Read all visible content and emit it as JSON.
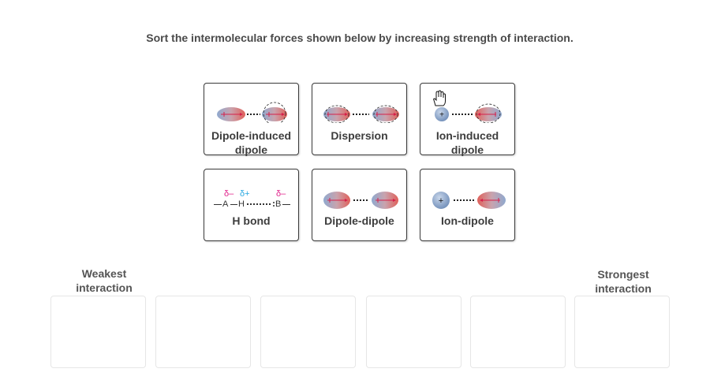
{
  "prompt": "Sort the intermolecular forces shown below by increasing strength of interaction.",
  "cards": [
    {
      "label_line1": "Dipole-induced",
      "label_line2": "dipole",
      "diagram": "dipole-induced-dipole"
    },
    {
      "label_line1": "Dispersion",
      "label_line2": "",
      "diagram": "dispersion"
    },
    {
      "label_line1": "Ion-induced",
      "label_line2": "dipole",
      "diagram": "ion-induced-dipole"
    },
    {
      "label_line1": "H bond",
      "label_line2": "",
      "diagram": "h-bond",
      "h_bond": {
        "delta_A": "δ–",
        "delta_H": "δ+",
        "delta_B": "δ–",
        "atom_A": "A",
        "atom_H": "H",
        "atom_B": "B"
      }
    },
    {
      "label_line1": "Dipole-dipole",
      "label_line2": "",
      "diagram": "dipole-dipole"
    },
    {
      "label_line1": "Ion-dipole",
      "label_line2": "",
      "diagram": "ion-dipole"
    }
  ],
  "ion_symbol": "+",
  "slots": {
    "count": 6,
    "weakest_label_line1": "Weakest",
    "weakest_label_line2": "interaction",
    "strongest_label_line1": "Strongest",
    "strongest_label_line2": "interaction"
  },
  "colors": {
    "card_border": "#3a3a3a",
    "slot_border": "#e6e6e6",
    "delta_negative": "#e0208a",
    "delta_positive": "#29a8e0",
    "arrow": "#d6204a",
    "blob_blue": "#8fa9cf",
    "blob_red": "#e0605a"
  }
}
